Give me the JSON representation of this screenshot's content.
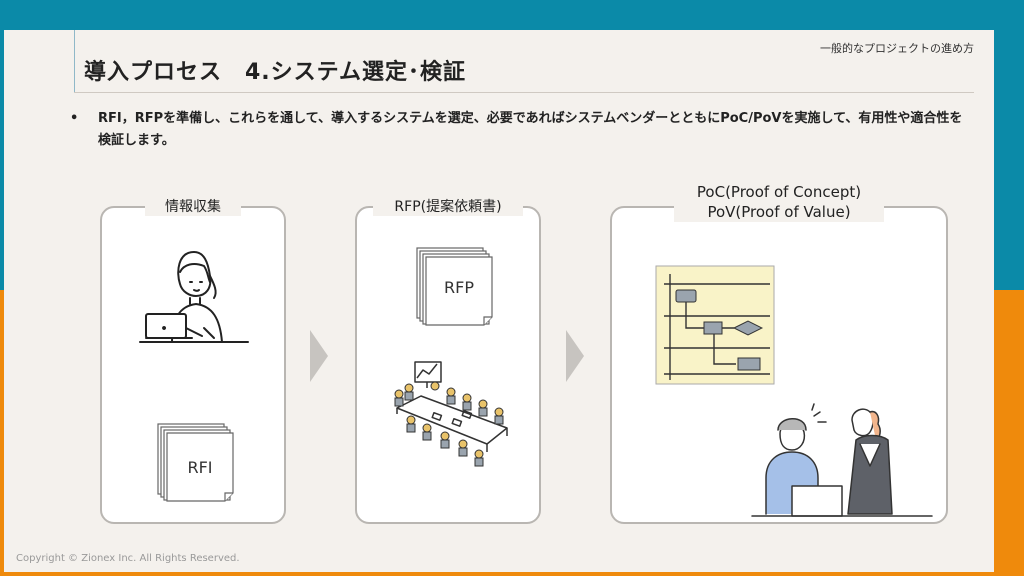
{
  "header": {
    "top_label": "一般的なプロジェクトの進め方",
    "title": "導入プロセス　4.システム選定･検証"
  },
  "bullet": {
    "marker": "•",
    "text": "RFI，RFPを準備し、これらを通して、導入するシステムを選定、必要であればシステムベンダーとともにPoC/PoVを実施して、有用性や適合性を検証します。"
  },
  "panels": [
    {
      "label": "情報収集",
      "doc_label": "RFI"
    },
    {
      "label": "RFP(提案依頼書)",
      "doc_label": "RFP"
    },
    {
      "label_line1": "PoC(Proof of Concept)",
      "label_line2": "PoV(Proof of Value)"
    }
  ],
  "footer": {
    "copyright": "Copyright © Zionex Inc. All Rights Reserved."
  },
  "colors": {
    "top_band": "#0b8aa8",
    "bottom_band": "#ef8a0c",
    "slide_bg": "#f4f1ed",
    "arrow": "#c7c4c0",
    "flowchart_bg": "#f9f3c8"
  },
  "icons": [
    "woman-laptop-icon",
    "rfi-documents-icon",
    "rfp-documents-icon",
    "meeting-room-icon",
    "flowchart-icon",
    "consultation-people-icon",
    "chevron-right-icon"
  ]
}
